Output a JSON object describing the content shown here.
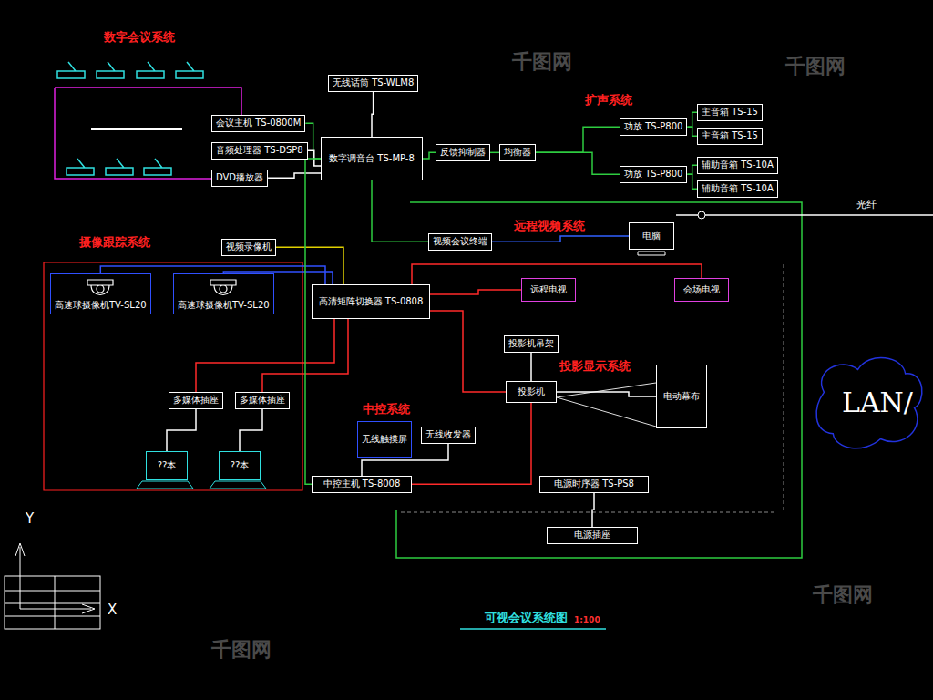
{
  "diagram": {
    "caption": "可视会议系统图",
    "nodes": [
      {
        "text": [
          "会议主机 TS-0800M"
        ]
      },
      {
        "text": [
          "音频处理器 TS-DSP8"
        ]
      },
      {
        "text": [
          "DVD播放器"
        ]
      },
      {
        "text": [
          "数字调音台 TS-MP-8"
        ]
      },
      {
        "text": [
          "无线话筒 TS-WLM8"
        ]
      },
      {
        "text": [
          "反馈抑制器"
        ]
      },
      {
        "text": [
          "均衡器"
        ]
      },
      {
        "text": [
          "功放 TS-P800"
        ]
      },
      {
        "text": [
          "功放 TS-P800"
        ]
      },
      {
        "text": [
          "主音箱 TS-15"
        ]
      },
      {
        "text": [
          "主音箱 TS-15"
        ]
      },
      {
        "text": [
          "辅助音箱 TS-10A"
        ]
      },
      {
        "text": [
          "辅助音箱 TS-10A"
        ]
      },
      {
        "text": [
          "视频会议终端"
        ]
      },
      {
        "text": [
          "电脑"
        ]
      },
      {
        "text": [
          "视频录像机"
        ]
      },
      {
        "text": [
          "高清矩阵切换器 TS-0808"
        ]
      },
      {
        "text": [
          "高速球摄像机TV-SL20"
        ]
      },
      {
        "text": [
          "高速球摄像机TV-SL20"
        ]
      },
      {
        "text": [
          "多媒体插座"
        ]
      },
      {
        "text": [
          "多媒体插座"
        ]
      },
      {
        "text": [
          "??本"
        ]
      },
      {
        "text": [
          "??本"
        ]
      },
      {
        "text": [
          "远程电视"
        ]
      },
      {
        "text": [
          "会场电视"
        ]
      },
      {
        "text": [
          "投影机吊架"
        ]
      },
      {
        "text": [
          "投影机"
        ]
      },
      {
        "text": [
          "电动幕布"
        ]
      },
      {
        "text": [
          "无线触摸屏"
        ]
      },
      {
        "text": [
          "无线收发器"
        ]
      },
      {
        "text": [
          "中控主机 TS-8008"
        ]
      },
      {
        "text": [
          "电源时序器 TS-PS8"
        ]
      },
      {
        "text": [
          "电源插座"
        ]
      },
      {
        "text": [
          "LAN/"
        ]
      }
    ],
    "edges": [
      {
        "from": 0,
        "to": 3,
        "arrow": "none"
      },
      {
        "from": 1,
        "to": 3,
        "arrow": "none"
      },
      {
        "from": 2,
        "to": 3,
        "arrow": "none"
      },
      {
        "from": 4,
        "to": 3,
        "arrow": "none"
      },
      {
        "from": 3,
        "to": 5,
        "arrow": "none"
      },
      {
        "from": 5,
        "to": 6,
        "arrow": "none"
      },
      {
        "from": 6,
        "to": 7,
        "arrow": "none"
      },
      {
        "from": 6,
        "to": 8,
        "arrow": "none"
      },
      {
        "from": 7,
        "to": 9,
        "arrow": "none"
      },
      {
        "from": 7,
        "to": 10,
        "arrow": "none"
      },
      {
        "from": 8,
        "to": 11,
        "arrow": "none"
      },
      {
        "from": 8,
        "to": 12,
        "arrow": "none"
      },
      {
        "from": 3,
        "to": 13,
        "arrow": "none"
      },
      {
        "from": 13,
        "to": 14,
        "arrow": "none"
      },
      {
        "from": 15,
        "to": 16,
        "arrow": "none"
      },
      {
        "from": 17,
        "to": 16,
        "arrow": "none"
      },
      {
        "from": 18,
        "to": 16,
        "arrow": "none"
      },
      {
        "from": 16,
        "to": 23,
        "arrow": "none"
      },
      {
        "from": 16,
        "to": 24,
        "arrow": "none"
      },
      {
        "from": 16,
        "to": 19,
        "arrow": "none"
      },
      {
        "from": 16,
        "to": 20,
        "arrow": "none"
      },
      {
        "from": 19,
        "to": 21,
        "arrow": "none"
      },
      {
        "from": 20,
        "to": 22,
        "arrow": "none"
      },
      {
        "from": 16,
        "to": 26,
        "arrow": "none"
      },
      {
        "from": 30,
        "to": 26,
        "arrow": "none"
      },
      {
        "from": 25,
        "to": 26,
        "arrow": "none"
      },
      {
        "from": 26,
        "to": 27,
        "arrow": "none"
      },
      {
        "from": 29,
        "to": 30,
        "arrow": "none"
      },
      {
        "from": 3,
        "to": 30,
        "arrow": "none"
      },
      {
        "from": 31,
        "to": 32,
        "arrow": "none"
      }
    ],
    "labels": [
      "数字会议系统",
      "扩声系统",
      "摄像跟踪系统",
      "远程视频系统",
      "投影显示系统",
      "中控系统",
      "光纤",
      "1:100",
      "Y",
      "X",
      "千图网",
      "千图网",
      "千图网",
      "千图网"
    ]
  }
}
